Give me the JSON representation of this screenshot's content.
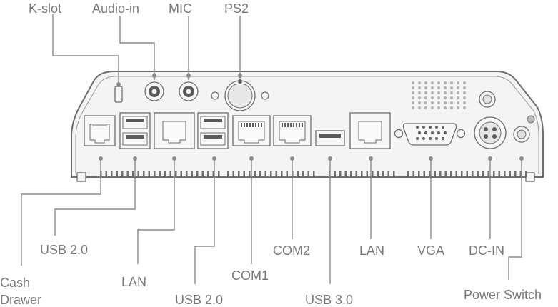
{
  "labels": {
    "kslot": "K-slot",
    "audio_in": "Audio-in",
    "mic": "MIC",
    "ps2": "PS2",
    "usb20_left": "USB 2.0",
    "cash_drawer_line1": "Cash",
    "cash_drawer_line2": "Drawer",
    "lan_left": "LAN",
    "usb20_mid": "USB 2.0",
    "com1": "COM1",
    "com2": "COM2",
    "usb30": "USB 3.0",
    "lan_right": "LAN",
    "vga": "VGA",
    "dcin": "DC-IN",
    "power_switch": "Power Switch"
  },
  "colors": {
    "outline": "#6e6e6e",
    "label_text": "#7a7a7a",
    "leader": "#8a8a8a",
    "body_fill": "#f4f4f4"
  }
}
